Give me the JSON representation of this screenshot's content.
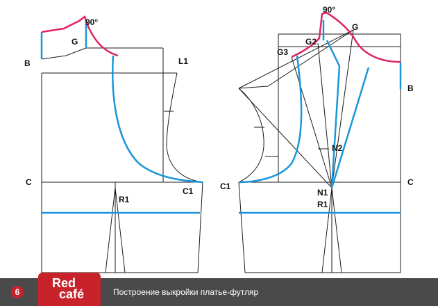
{
  "diagram": {
    "labels": {
      "angle_left": "90°",
      "angle_right": "90°",
      "g_left": "G",
      "g_right": "G",
      "g2": "G2",
      "g3": "G3",
      "b_left": "B",
      "b_right": "B",
      "l1": "L1",
      "c_left": "C",
      "c_right": "C",
      "c1_left": "C1",
      "c1_right": "C1",
      "r1_left": "R1",
      "r1_right": "R1",
      "n1": "N1",
      "n2": "N2"
    },
    "colors": {
      "construction": "#1a1a1a",
      "shoulder_line": "#e0245e",
      "pattern_line": "#1a96d8"
    }
  },
  "footer": {
    "page_number": "6",
    "logo_line1": "Red",
    "logo_line2": "café",
    "caption": "Построение выкройки платье-футляр",
    "background": "#4a4a4a",
    "logo_color": "#c8232b"
  }
}
